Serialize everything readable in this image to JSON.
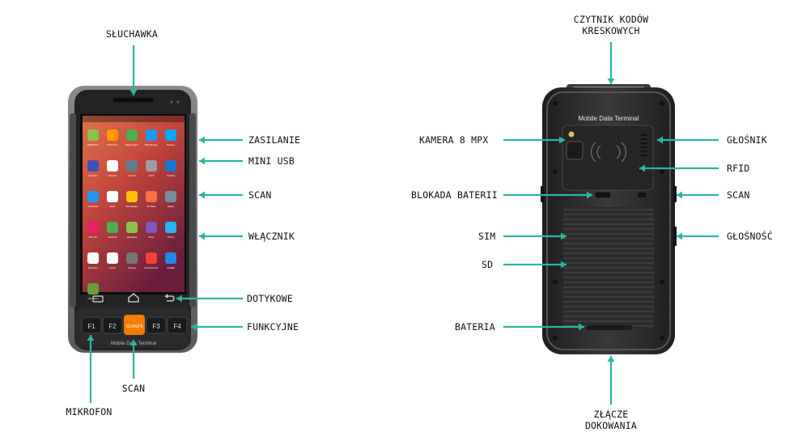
{
  "front": {
    "brand_text": "Mobile Data Terminal",
    "scan_key": "SCAN/F5",
    "fkeys": [
      "F1",
      "F2",
      "F3",
      "F4"
    ],
    "labels": {
      "earpiece": "SŁUCHAWKA",
      "power_supply": "ZASILANIE",
      "mini_usb": "MINI USB",
      "scan_side": "SCAN",
      "power_button": "WŁĄCZNIK",
      "touch_keys": "DOTYKOWE",
      "function_keys": "FUNKCYJNE",
      "scan_bottom": "SCAN",
      "microphone": "MIKROFON"
    },
    "apps": [
      {
        "name": "ADHB Demo",
        "color": "#8bc34a"
      },
      {
        "name": "APN Demo",
        "color": "#ff9800"
      },
      {
        "name": "Battery Monit.",
        "color": "#4caf50"
      },
      {
        "name": "BLE Manager",
        "color": "#2196f3"
      },
      {
        "name": "Browser",
        "color": "#03a9f4"
      },
      {
        "name": "Calculator",
        "color": "#3f51b5"
      },
      {
        "name": "Calendar",
        "color": "#ffffff"
      },
      {
        "name": "Camera",
        "color": "#607d8b"
      },
      {
        "name": "Clock",
        "color": "#9e9e9e"
      },
      {
        "name": "Contacts",
        "color": "#1976d2"
      },
      {
        "name": "Downloads",
        "color": "#2196f3"
      },
      {
        "name": "Email",
        "color": "#ffffff"
      },
      {
        "name": "File Manager",
        "color": "#ffc107"
      },
      {
        "name": "FM Radio",
        "color": "#ff7043"
      },
      {
        "name": "Gallery",
        "color": "#78909c"
      },
      {
        "name": "GPS Test",
        "color": "#e91e63"
      },
      {
        "name": "MediaTek",
        "color": "#4caf50"
      },
      {
        "name": "Messaging",
        "color": "#8bc34a"
      },
      {
        "name": "Music",
        "color": "#7e57c2"
      },
      {
        "name": "Phone",
        "color": "#29b6f6"
      },
      {
        "name": "Play Store",
        "color": "#ffffff"
      },
      {
        "name": "Search",
        "color": "#ffffff"
      },
      {
        "name": "Settings",
        "color": "#757575"
      },
      {
        "name": "Sound Record.",
        "color": "#f44336"
      },
      {
        "name": "ToolsBar",
        "color": "#1e88e5"
      },
      {
        "name": "UHF Demo",
        "color": "#689f38"
      }
    ]
  },
  "back": {
    "brand_text": "Mobile Data Terminal",
    "labels": {
      "barcode_reader": "CZYTNIK KODÓW\nKRESKOWYCH",
      "camera": "KAMERA 8 MPX",
      "speaker": "GŁOŚNIK",
      "rfid": "RFID",
      "battery_lock": "BLOKADA BATERII",
      "scan": "SCAN",
      "sim": "SIM",
      "volume": "GŁOŚNOŚĆ",
      "sd": "SD",
      "battery": "BATERIA",
      "dock_connector": "ZŁĄCZE\nDOKOWANIA"
    }
  },
  "colors": {
    "arrow": "#2bb5a0",
    "body_dark": "#2b2b2b",
    "body_gray": "#6e6e6e",
    "scan_key": "#f57c00"
  }
}
